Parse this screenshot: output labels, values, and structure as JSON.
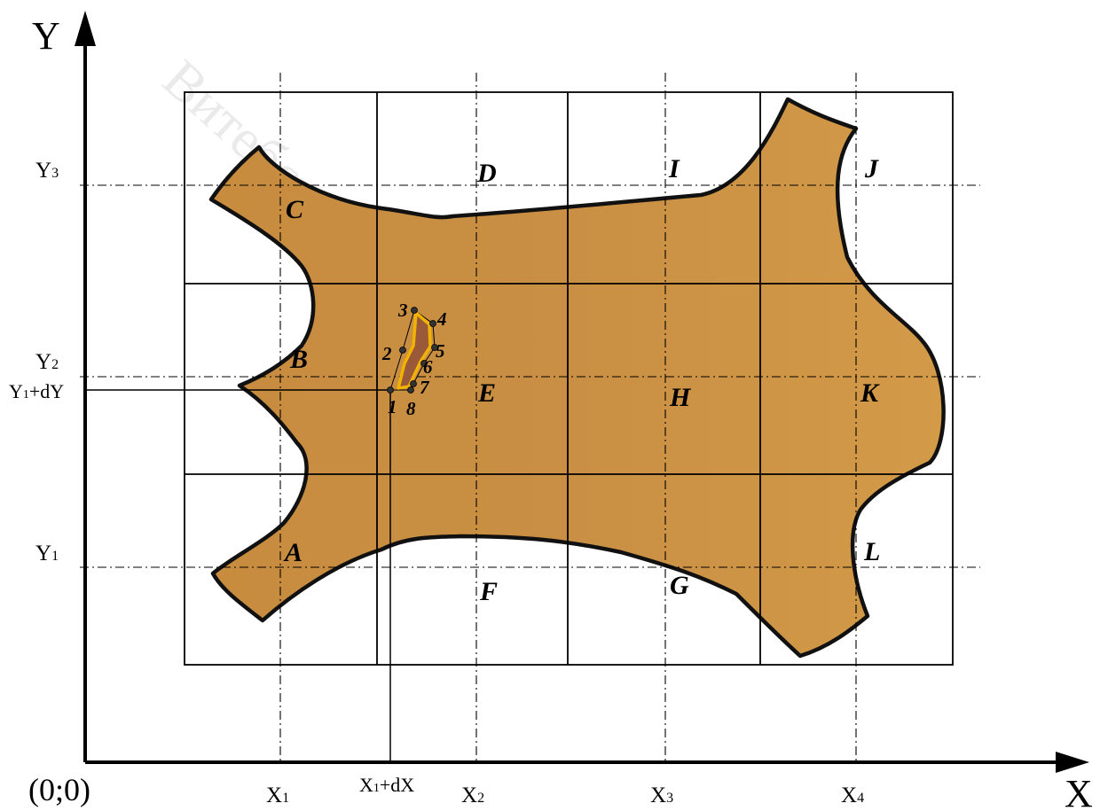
{
  "axes": {
    "x_axis_label": "X",
    "y_axis_label": "Y",
    "origin_label": "(0;0)",
    "x_ticks": [
      "X",
      "X",
      "X",
      "X"
    ],
    "x_tick_subs": [
      "1",
      "2",
      "3",
      "4"
    ],
    "x1_dx_main": "X",
    "x1_dx_sub": "1",
    "x1_dx_tail": "+dX",
    "y_ticks": [
      "Y",
      "Y",
      "Y"
    ],
    "y_tick_subs": [
      "1",
      "2",
      "3"
    ],
    "y1_dy_main": "Y",
    "y1_dy_sub": "1",
    "y1_dy_tail": "+dY"
  },
  "regions": [
    "A",
    "B",
    "C",
    "D",
    "E",
    "F",
    "G",
    "H",
    "I",
    "J",
    "K",
    "L"
  ],
  "defect_points": [
    "1",
    "2",
    "3",
    "4",
    "5",
    "6",
    "7",
    "8"
  ],
  "watermark": "Витебский государственный",
  "colors": {
    "hide_fill": "#c98f42",
    "hide_outline": "#111111",
    "defect_fill": "#9a5a3a",
    "defect_outline": "#f2b200",
    "grid": "#000000",
    "watermark": "#d9d9d9"
  }
}
